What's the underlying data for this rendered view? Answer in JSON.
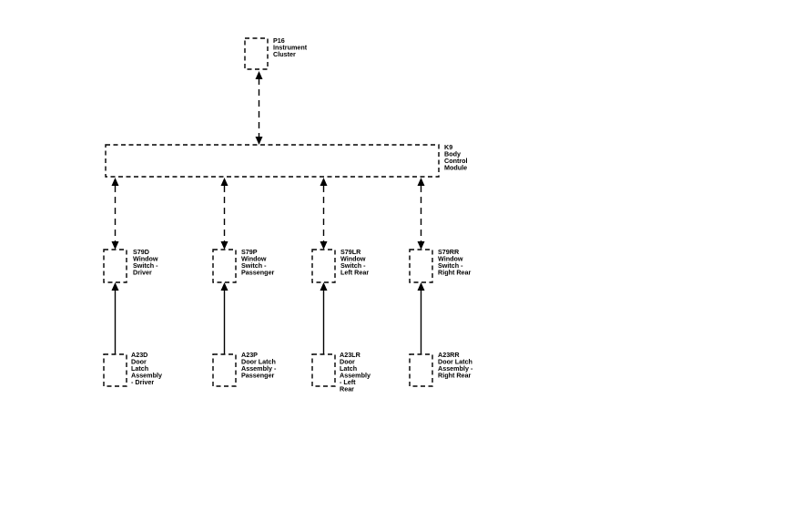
{
  "diagram": {
    "top": {
      "id": "P16",
      "lines": [
        "P16",
        "Instrument",
        "Cluster"
      ]
    },
    "bcm": {
      "id": "K9",
      "lines": [
        "K9",
        "Body",
        "Control",
        "Module"
      ]
    },
    "switches": [
      {
        "id": "S79D",
        "lines": [
          "S79D",
          "Window",
          "Switch -",
          "Driver"
        ]
      },
      {
        "id": "S79P",
        "lines": [
          "S79P",
          "Window",
          "Switch -",
          "Passenger"
        ]
      },
      {
        "id": "S79LR",
        "lines": [
          "S79LR",
          "Window",
          "Switch -",
          "Left Rear"
        ]
      },
      {
        "id": "S79RR",
        "lines": [
          "S79RR",
          "Window",
          "Switch -",
          "Right Rear"
        ]
      }
    ],
    "latches": [
      {
        "id": "A23D",
        "lines": [
          "A23D",
          "Door",
          "Latch",
          "Assembly",
          "- Driver"
        ]
      },
      {
        "id": "A23P",
        "lines": [
          "A23P",
          "Door Latch",
          "Assembly -",
          "Passenger"
        ]
      },
      {
        "id": "A23LR",
        "lines": [
          "A23LR",
          "Door",
          "Latch",
          "Assembly",
          "- Left",
          "Rear"
        ]
      },
      {
        "id": "A23RR",
        "lines": [
          "A23RR",
          "Door Latch",
          "Assembly -",
          "Right Rear"
        ]
      }
    ]
  }
}
